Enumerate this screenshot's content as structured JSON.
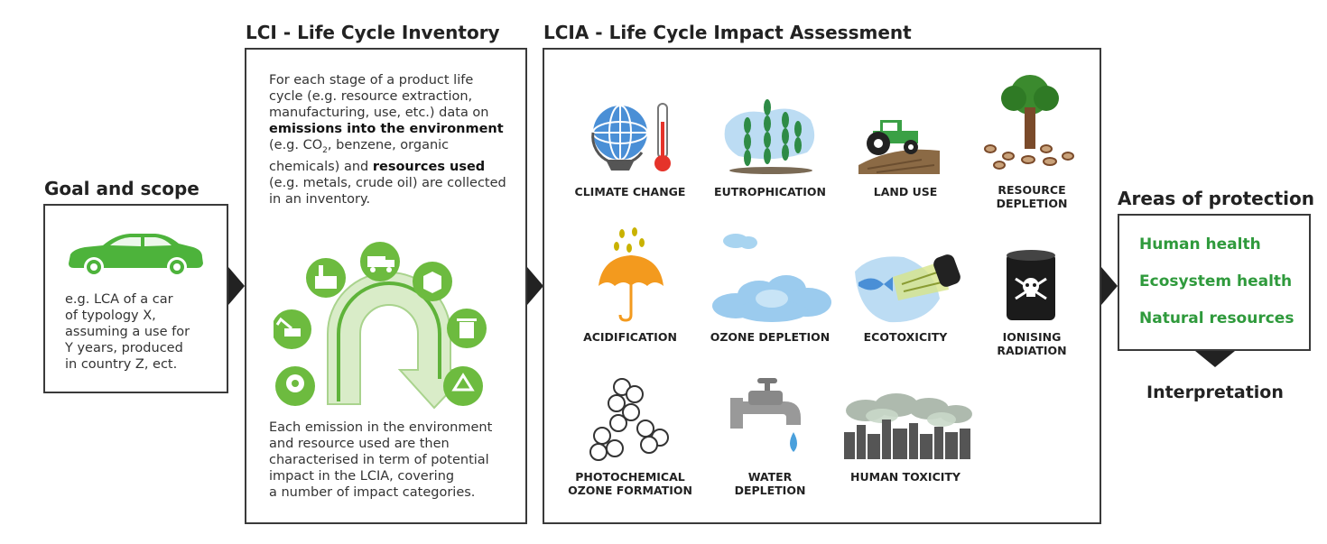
{
  "goal": {
    "heading": "Goal and scope",
    "text_lines": [
      "e.g. LCA of a car",
      "of typology X,",
      "assuming a use for",
      "Y years, produced",
      "in country Z, ect."
    ]
  },
  "lci": {
    "heading": "LCI - Life Cycle Inventory",
    "p1_line1": "For each stage of a product life",
    "p1_line2": "cycle (e.g. resource extraction,",
    "p1_line3": "manufacturing, use, etc.) data on",
    "p1_line4_bold": "emissions into the environment",
    "p1_line5_pre": "(e.g. CO",
    "p1_line5_sub": "2",
    "p1_line5_post": ", benzene, organic",
    "p1_line6_pre": "chemicals) and ",
    "p1_line6_bold": "resources used",
    "p1_line7": "(e.g. metals, crude oil) are collected",
    "p1_line8": "in an inventory.",
    "p2_lines": [
      "Each emission in the environment",
      "and resource used are then",
      "characterised in term of potential",
      "impact in the LCIA, covering",
      "a number of impact categories."
    ]
  },
  "lcia": {
    "heading": "LCIA - Life Cycle Impact Assessment",
    "categories": [
      {
        "l1": "CLIMATE CHANGE",
        "l2": ""
      },
      {
        "l1": "EUTROPHICATION",
        "l2": ""
      },
      {
        "l1": "LAND USE",
        "l2": ""
      },
      {
        "l1": "RESOURCE",
        "l2": "DEPLETION"
      },
      {
        "l1": "ACIDIFICATION",
        "l2": ""
      },
      {
        "l1": "OZONE DEPLETION",
        "l2": ""
      },
      {
        "l1": "ECOTOXICITY",
        "l2": ""
      },
      {
        "l1": "IONISING",
        "l2": "RADIATION"
      },
      {
        "l1": "PHOTOCHEMICAL",
        "l2": "OZONE FORMATION"
      },
      {
        "l1": "WATER",
        "l2": "DEPLETION"
      },
      {
        "l1": "HUMAN TOXICITY",
        "l2": ""
      }
    ]
  },
  "protection": {
    "heading": "Areas of protection",
    "items": [
      "Human health",
      "Ecosystem health",
      "Natural resources"
    ]
  },
  "interpretation": "Interpretation",
  "colors": {
    "green": "#5fb33a",
    "dark_green": "#2f9a3c",
    "blue": "#5aa8e0",
    "orange": "#f39a1e",
    "border": "#3a3a3a"
  },
  "icons": [
    "car-icon",
    "globe-icon",
    "thermometer-icon",
    "seaweed-icon",
    "tractor-icon",
    "tree-icon",
    "umbrella-icon",
    "cloud-icon",
    "fish-barrel-icon",
    "radiation-barrel-icon",
    "molecule-icon",
    "tap-icon",
    "city-smog-icon",
    "factory-icon",
    "truck-icon",
    "box-icon",
    "trash-icon",
    "recycle-icon",
    "head-icon",
    "excavator-icon"
  ]
}
